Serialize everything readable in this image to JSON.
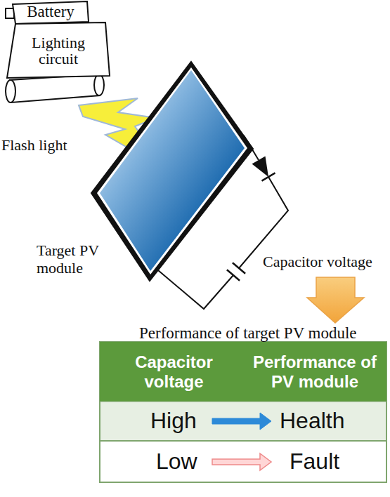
{
  "diagram": {
    "nodes": [
      {
        "text": [
          "Battery"
        ]
      },
      {
        "text": [
          "Lighting circuit"
        ]
      }
    ],
    "labels": [
      "Flash light",
      "Target PV module",
      "Capacitor voltage",
      "Performance of target PV module",
      "Capacitor voltage",
      "Performance of PV module",
      "High",
      "Health",
      "Low",
      "Fault"
    ]
  }
}
